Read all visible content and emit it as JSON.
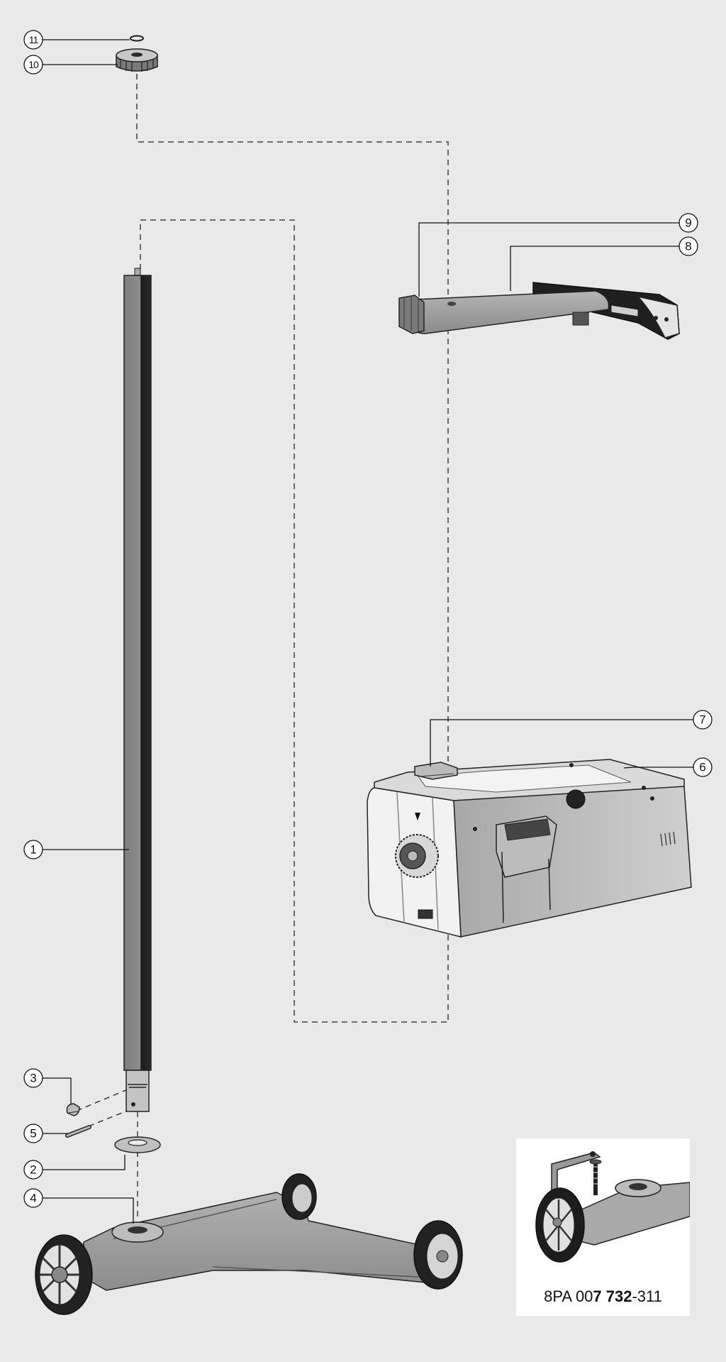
{
  "callouts": [
    {
      "id": "c1",
      "number": "1"
    },
    {
      "id": "c2",
      "number": "2"
    },
    {
      "id": "c3",
      "number": "3"
    },
    {
      "id": "c4",
      "number": "4"
    },
    {
      "id": "c5",
      "number": "5"
    },
    {
      "id": "c6",
      "number": "6"
    },
    {
      "id": "c7",
      "number": "7"
    },
    {
      "id": "c8",
      "number": "8"
    },
    {
      "id": "c9",
      "number": "9"
    },
    {
      "id": "c10",
      "number": "10"
    },
    {
      "id": "c11",
      "number": "11"
    }
  ],
  "part_number": {
    "prefix": "8PA 00",
    "bold": "7 732",
    "suffix": "-311"
  },
  "colors": {
    "background": "#e9e9e9",
    "part_gray": "#8f8f8f",
    "part_light": "#c9c9c9",
    "part_dark": "#2a2a2a",
    "line": "#222222"
  }
}
